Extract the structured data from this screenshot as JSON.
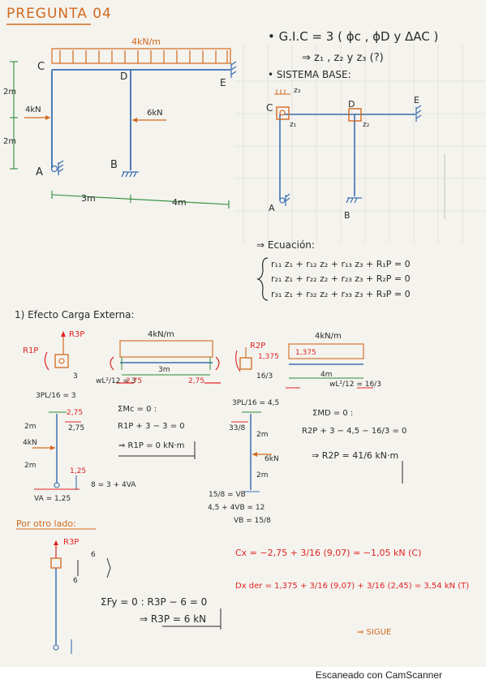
{
  "title": "PREGUNTA 04",
  "colors": {
    "ink": "#2a2a2a",
    "orange": "#d2691e",
    "blue": "#3b6fb0",
    "green": "#2e8b3a",
    "red": "#e02424",
    "grid": "#dadbd5"
  },
  "main_frame": {
    "load_top": "4kN/m",
    "left_load": "4kN",
    "mid_load": "6kN",
    "dim_top": "2m",
    "dim_bottom": "2m",
    "dim_x1": "3m",
    "dim_x2": "4m",
    "node_c": "C",
    "node_d": "D",
    "node_e": "E",
    "node_a": "A",
    "node_b": "B"
  },
  "gic": {
    "line1": "• G.I.C = 3 ( ϕc , ϕD y ΔAC )",
    "line2": "⇒ z₁ , z₂ y z₃ (?)"
  },
  "sistema_base": {
    "title": "• SISTEMA BASE:",
    "z1": "z₁",
    "z2": "z₂",
    "z3": "z₃",
    "node_c": "C",
    "node_d": "D",
    "node_e": "E",
    "node_a": "A",
    "node_b": "B"
  },
  "ecuacion": {
    "title": "⇒ Ecuación:",
    "eq1": "r₁₁ z₁ + r₁₂ z₂ + r₁₃ z₃ + R₁P = 0",
    "eq2": "r₂₁ z₁ + r₂₂ z₂ + r₂₃ z₃ + R₂P = 0",
    "eq3": "r₃₁ z₁ + r₃₂ z₂ + r₃₃ z₃ + R₃P = 0"
  },
  "efecto": {
    "title": "1) Efecto Carga Externa:",
    "r3p": "R3P",
    "r1p": "R1P",
    "r2p": "R2P",
    "beam1_load": "4kN/m",
    "beam1_span": "3m",
    "wl2_left": "wL²/12 = 3",
    "v_275a": "2,75",
    "v_275b": "2,75",
    "v_3": "3",
    "beam2_load": "4kN/m",
    "beam2_span": "4m",
    "v_1375": "1,375",
    "v_1375b": "1,375",
    "wl2_right": "wL²/12 = 16/3",
    "v_163": "16/3",
    "sum_mc": "ΣMc = 0 :",
    "eq_r1p": "R1P + 3 − 3 = 0",
    "res_r1p": "⇒ R1P = 0 kN·m",
    "sum_md": "ΣMD = 0 :",
    "eq_r2p": "R2P + 3 − 4,5 − 16/3 = 0",
    "res_r2p": "⇒ R2P = 41/6 kN·m",
    "col_top": "3PL/16 = 3",
    "col_275": "2,75",
    "col_275b": "2,75",
    "col_2m_a": "2m",
    "col_4kn": "4kN",
    "col_2m_b": "2m",
    "col_125": "1,25",
    "col_va": "VA = 1,25",
    "col_eq": "8 = 3 + 4VA",
    "col2_top": "3PL/16 = 4,5",
    "col2_338": "33/8",
    "col2_2m": "2m",
    "col2_6kn": "6kN",
    "col2_2mb": "2m",
    "col2_158": "15/8 = VB",
    "col2_eq": "4,5 + 4VB = 12",
    "col2_vb": "VB = 15/8"
  },
  "por_otro": {
    "title": "Por otro lado:",
    "r3p": "R3P",
    "six_a": "6",
    "six_b": "6",
    "sum_fy": "ΣFy = 0 :  R3P − 6 = 0",
    "res": "⇒ R3P = 6 kN"
  },
  "red_notes": {
    "cx": "Cx = −2,75 + 3/16 (9,07) = −1,05 kN (C)",
    "dx": "Dx der = 1,375 + 3/16 (9,07) + 3/16 (2,45) = 3,54 kN (T)"
  },
  "sigue": "⇒ SIGUE",
  "footer": "Escaneado con CamScanner"
}
